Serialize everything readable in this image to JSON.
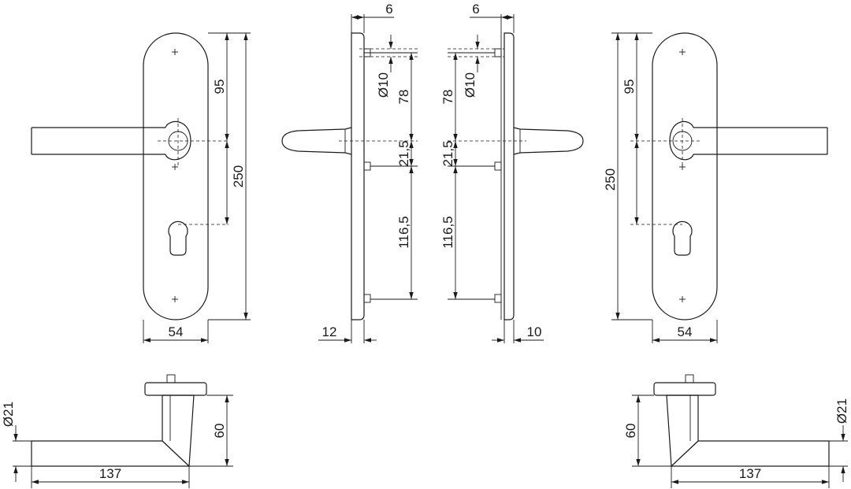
{
  "drawing": {
    "front_left": {
      "width_label": "54",
      "handle_to_keyhole_label": "95",
      "plate_height_label": "250"
    },
    "side_left": {
      "top_offset_label": "6",
      "spindle_diameter_label": "Ø10",
      "screw_to_spindle_label": "78",
      "spindle_to_screw_label": "21,5",
      "screw_spacing_label": "116,5",
      "plate_thickness_label": "12"
    },
    "side_right": {
      "top_offset_label": "6",
      "spindle_diameter_label": "Ø10",
      "screw_to_spindle_label": "78",
      "spindle_to_screw_label": "21,5",
      "screw_spacing_label": "116,5",
      "plate_thickness_label": "10"
    },
    "front_right": {
      "width_label": "54",
      "handle_to_keyhole_label": "95",
      "plate_height_label": "250"
    },
    "top_left": {
      "lever_diameter_label": "Ø21",
      "projection_label": "60",
      "lever_length_label": "137"
    },
    "top_right": {
      "lever_diameter_label": "Ø21",
      "projection_label": "60",
      "lever_length_label": "137"
    }
  }
}
